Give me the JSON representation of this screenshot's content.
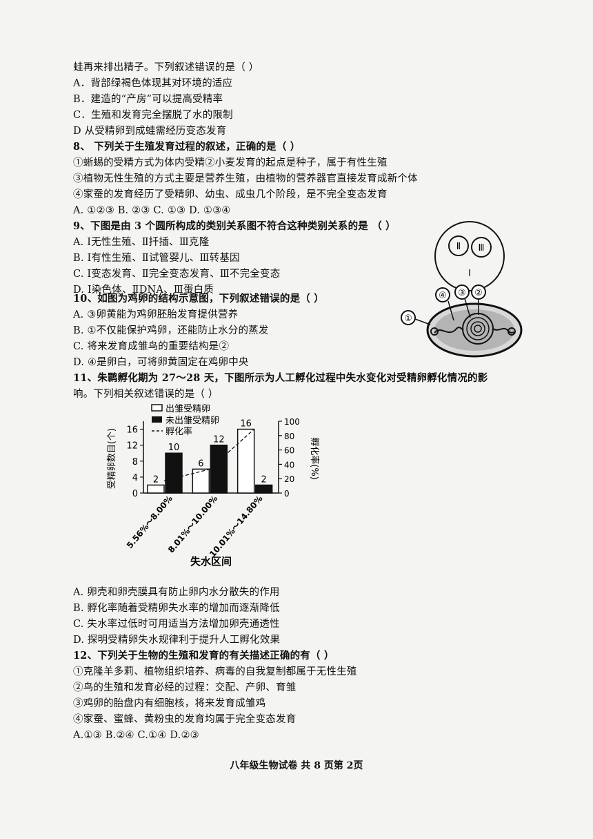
{
  "q7": {
    "stem_tail": "蛙再来排出精子。下列叙述错误的是（      ）",
    "options": [
      "A．背部绿褐色体现其对环境的适应",
      "B．建造的“产房”可以提高受精率",
      "C．生殖和发育完全摆脱了水的限制",
      "D  从受精卵到成蛙需经历变态发育"
    ]
  },
  "q8": {
    "stem": "8、  下列关于生殖发育过程的叙述，正确的是（      ）",
    "statements": [
      "①蜥蜴的受精方式为体内受精②小麦发育的起点是种子，属于有性生殖",
      "③植物无性生殖的方式主要是营养生殖，由植物的营养器官直接发育成新个体",
      "④家蚕的发育经历了受精卵、幼虫、成虫几个阶段，是不完全变态发育"
    ],
    "options": "A. ①②③    B. ②③    C. ①③    D. ①③④"
  },
  "q9": {
    "stem": "9、下图是由 3 个圆所构成的类别关系图不符合这种类别关系的是  （      ）",
    "options": [
      "A. Ⅰ无性生殖、Ⅱ扦插、Ⅲ克隆",
      "B. Ⅰ有性生殖、Ⅱ试管婴儿、Ⅲ转基因",
      "C. Ⅰ变态发育、Ⅱ完全变态发育、Ⅲ不完全变态",
      "D. Ⅰ染色体、ⅡDNA、Ⅲ蛋白质"
    ],
    "diagram": {
      "outer": "I",
      "inner_left": "Ⅱ",
      "inner_right": "Ⅲ"
    }
  },
  "q10": {
    "stem": "10、如图为鸡卵的结构示意图，下列叙述错误的是（      ）",
    "options": [
      "A. ③卵黄能为鸡卵胚胎发育提供营养",
      "B. ①不仅能保护鸡卵，还能防止水分的蒸发",
      "C. 将来发育成雏鸟的重要结构是②",
      "D. ④是卵白，可将卵黄固定在鸡卵中央"
    ],
    "diagram_labels": [
      "①",
      "②",
      "③",
      "④"
    ]
  },
  "q11": {
    "stem_1": "11、朱鹮孵化期为 27～28 天，下图所示为人工孵化过程中失水变化对受精卵孵化情况的影",
    "stem_2": "响。下列相关叙述错误的是（      ）",
    "options": [
      "A. 卵壳和卵壳膜具有防止卵内水分散失的作用",
      "B. 孵化率随着受精卵失水率的增加而逐渐降低",
      "C. 失水率过低时可用适当方法增加卵壳通透性",
      "D. 探明受精卵失水规律利于提升人工孵化效果"
    ]
  },
  "chart_data": {
    "type": "bar",
    "categories": [
      "5.56%～8.00%",
      "8.01%～10.00%",
      "10.01%～14.80%"
    ],
    "series": [
      {
        "name": "出雏受精卵",
        "values": [
          2,
          6,
          16
        ],
        "color": "#ffffff"
      },
      {
        "name": "未出雏受精卵",
        "values": [
          10,
          12,
          2
        ],
        "color": "#111111"
      }
    ],
    "line_series": {
      "name": "孵化率",
      "values": [
        17,
        33,
        89
      ]
    },
    "xlabel": "失水区间",
    "ylabel": "受精卵数目(个)",
    "y2label": "孵化率(%)",
    "ylim": [
      0,
      18
    ],
    "y2lim": [
      0,
      100
    ],
    "yticks": [
      0,
      4,
      8,
      12,
      16
    ],
    "y2ticks": [
      0,
      20,
      40,
      60,
      80,
      100
    ],
    "legend_position": "top"
  },
  "q12": {
    "stem": "12、下列关于生物的生殖和发育的有关描述正确的有（      ）",
    "statements": [
      "①克隆羊多莉、植物组织培养、病毒的自我复制都属于无性生殖",
      "②鸟的生殖和发育必经的过程：交配、产卵、育雏",
      "③鸡卵的胎盘内有细胞核，将来发育成雏鸡",
      "④家蚕、蜜蜂、黄粉虫的发育均属于完全变态发育"
    ],
    "options": "A.①③   B.②④   C.①④   D.②③"
  },
  "footer": "八年级生物试卷    共 8 页第 2页"
}
